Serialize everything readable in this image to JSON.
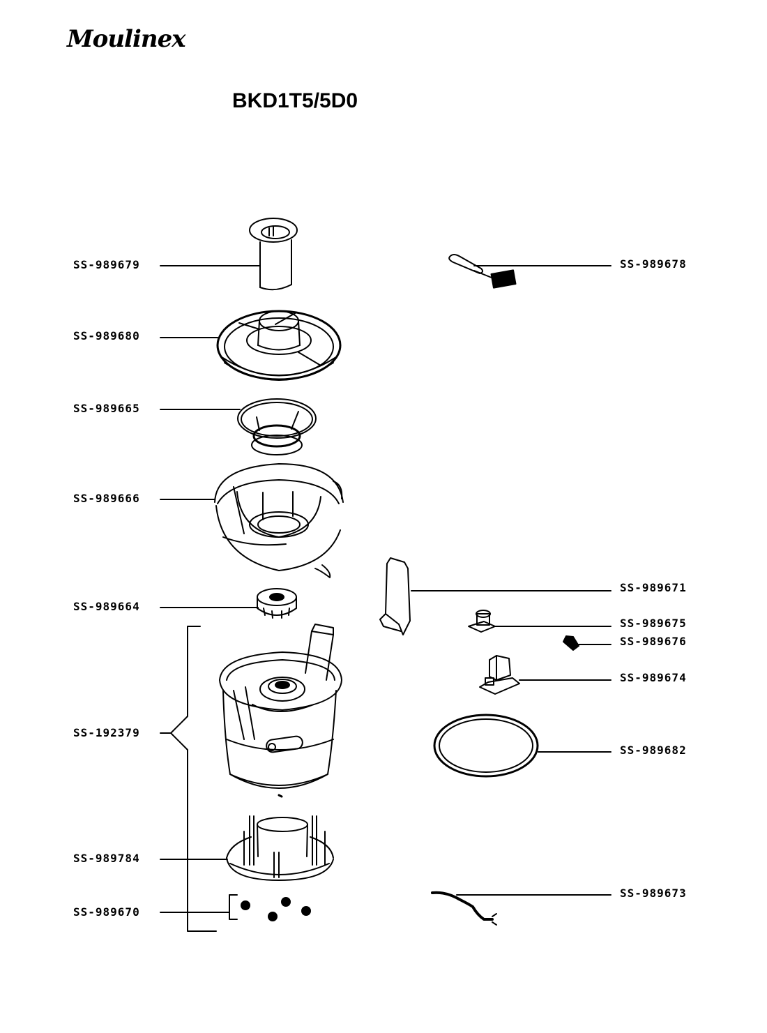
{
  "header": {
    "brand": "Moulinex",
    "model": "BKD1T5/5D0"
  },
  "parts_left": [
    {
      "ref": "SS-989679",
      "part": "food-pusher"
    },
    {
      "ref": "SS-989680",
      "part": "lid"
    },
    {
      "ref": "SS-989665",
      "part": "filter-basket"
    },
    {
      "ref": "SS-989666",
      "part": "juice-bowl"
    },
    {
      "ref": "SS-989664",
      "part": "drive-coupling"
    },
    {
      "ref": "SS-192379",
      "part": "motor-unit-assembly"
    },
    {
      "ref": "SS-989784",
      "part": "motor-base"
    },
    {
      "ref": "SS-989670",
      "part": "feet-set"
    }
  ],
  "parts_right": [
    {
      "ref": "SS-989678",
      "part": "cleaning-brush"
    },
    {
      "ref": "SS-989671",
      "part": "locking-arm"
    },
    {
      "ref": "SS-989675",
      "part": "switch"
    },
    {
      "ref": "SS-989676",
      "part": "small-clip"
    },
    {
      "ref": "SS-989674",
      "part": "microswitch-block"
    },
    {
      "ref": "SS-989682",
      "part": "seal-ring"
    },
    {
      "ref": "SS-989673",
      "part": "power-cord"
    }
  ]
}
